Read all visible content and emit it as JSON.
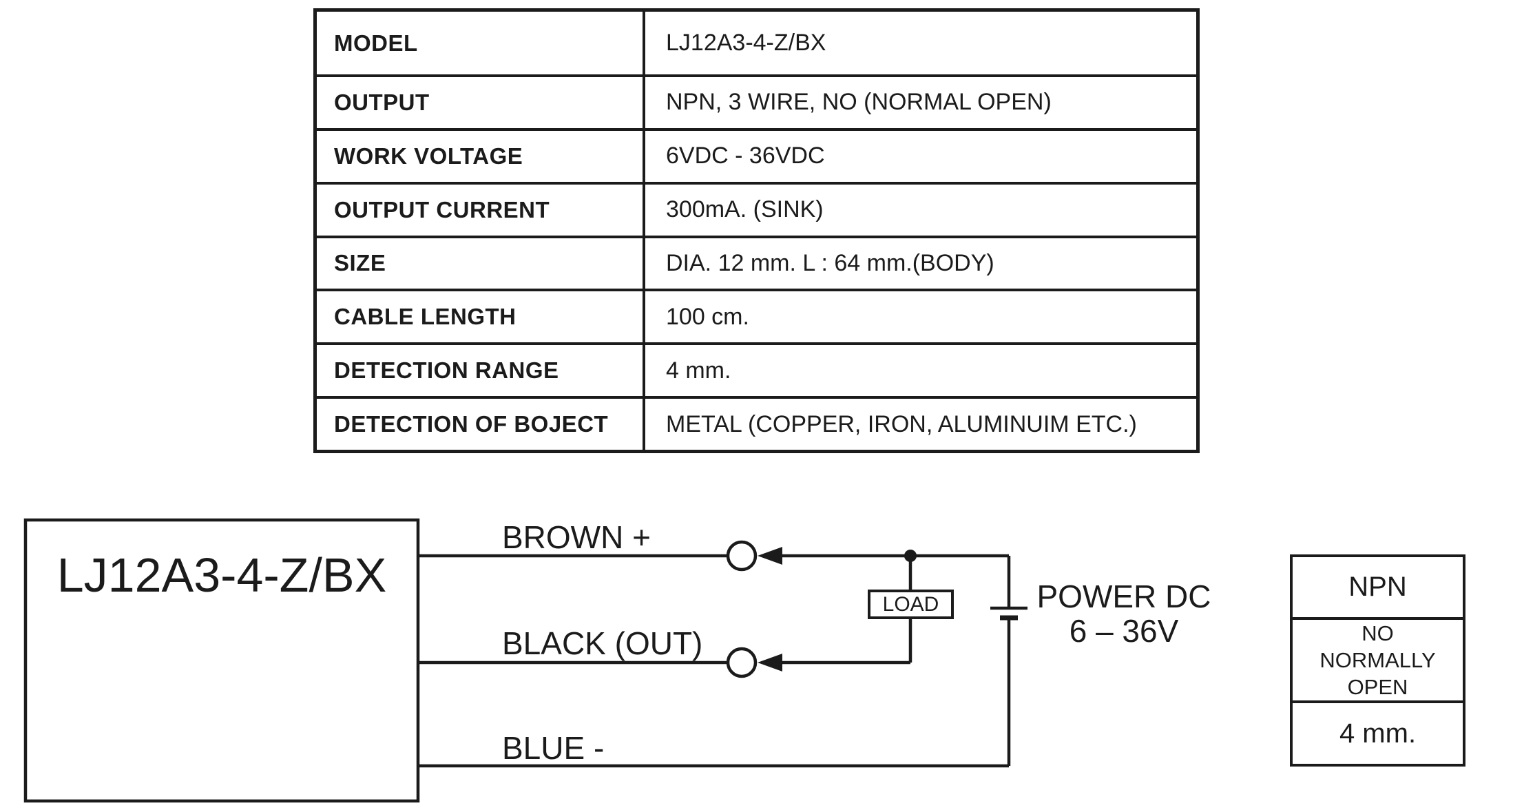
{
  "table": {
    "rows": [
      {
        "label": "MODEL",
        "value": "LJ12A3-4-Z/BX"
      },
      {
        "label": "OUTPUT",
        "value": "NPN, 3 WIRE, NO (NORMAL OPEN)"
      },
      {
        "label": "WORK VOLTAGE",
        "value": "6VDC - 36VDC"
      },
      {
        "label": "OUTPUT CURRENT",
        "value": "300mA. (SINK)"
      },
      {
        "label": "SIZE",
        "value": "DIA. 12 mm.  L : 64 mm.(BODY)"
      },
      {
        "label": "CABLE LENGTH",
        "value": "100 cm."
      },
      {
        "label": "DETECTION RANGE",
        "value": "4 mm."
      },
      {
        "label": "DETECTION OF BOJECT",
        "value": "METAL (COPPER, IRON, ALUMINUIM ETC.)"
      }
    ]
  },
  "sensor": {
    "label": "LJ12A3-4-Z/BX"
  },
  "wires": {
    "brown": "BROWN +",
    "black": "BLACK (OUT)",
    "blue": "BLUE -"
  },
  "load": {
    "label": "LOAD"
  },
  "power": {
    "line1": "POWER DC",
    "line2": "6 – 36V"
  },
  "npn_box": {
    "type": "NPN",
    "mode_line1": "NO",
    "mode_line2": "NORMALLY",
    "mode_line3": "OPEN",
    "range": "4 mm."
  },
  "colors": {
    "ink": "#1b1b1b",
    "background": "#ffffff"
  }
}
